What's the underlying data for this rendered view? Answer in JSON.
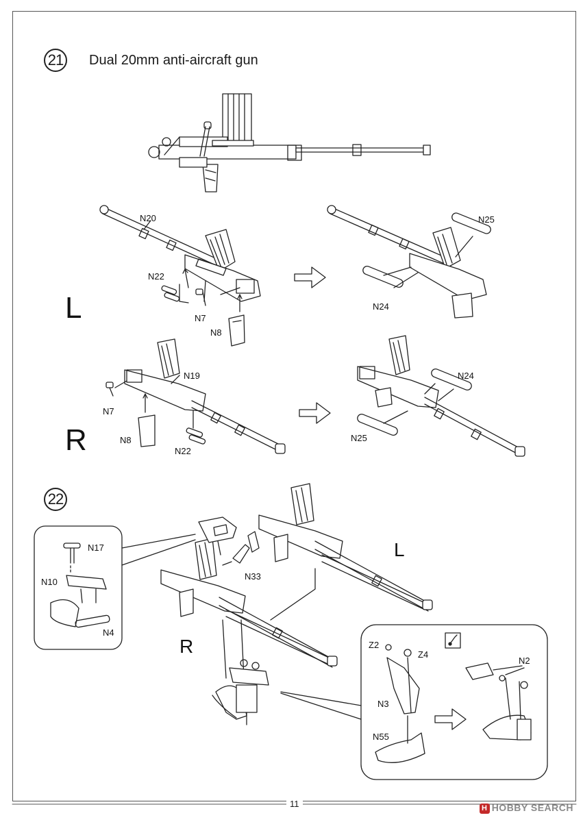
{
  "step21": {
    "number": "21",
    "title": "Dual 20mm anti-aircraft gun",
    "left_side": "L",
    "right_side": "R",
    "labels": {
      "n20": "N20",
      "n22_l": "N22",
      "n7_l": "N7",
      "n8_l": "N8",
      "n25_l": "N25",
      "n24_l": "N24",
      "n19": "N19",
      "n7_r": "N7",
      "n8_r": "N8",
      "n22_r": "N22",
      "n24_r": "N24",
      "n25_r": "N25"
    }
  },
  "step22": {
    "number": "22",
    "left_side": "L",
    "right_side": "R",
    "labels": {
      "n17": "N17",
      "n10": "N10",
      "n4": "N4",
      "n33": "N33",
      "z2": "Z2",
      "z4": "Z4",
      "n3": "N3",
      "n55": "N55",
      "n2": "N2"
    }
  },
  "footer": {
    "page_number": "11",
    "watermark": "HOBBY SEARCH",
    "watermark_mark": "H"
  }
}
